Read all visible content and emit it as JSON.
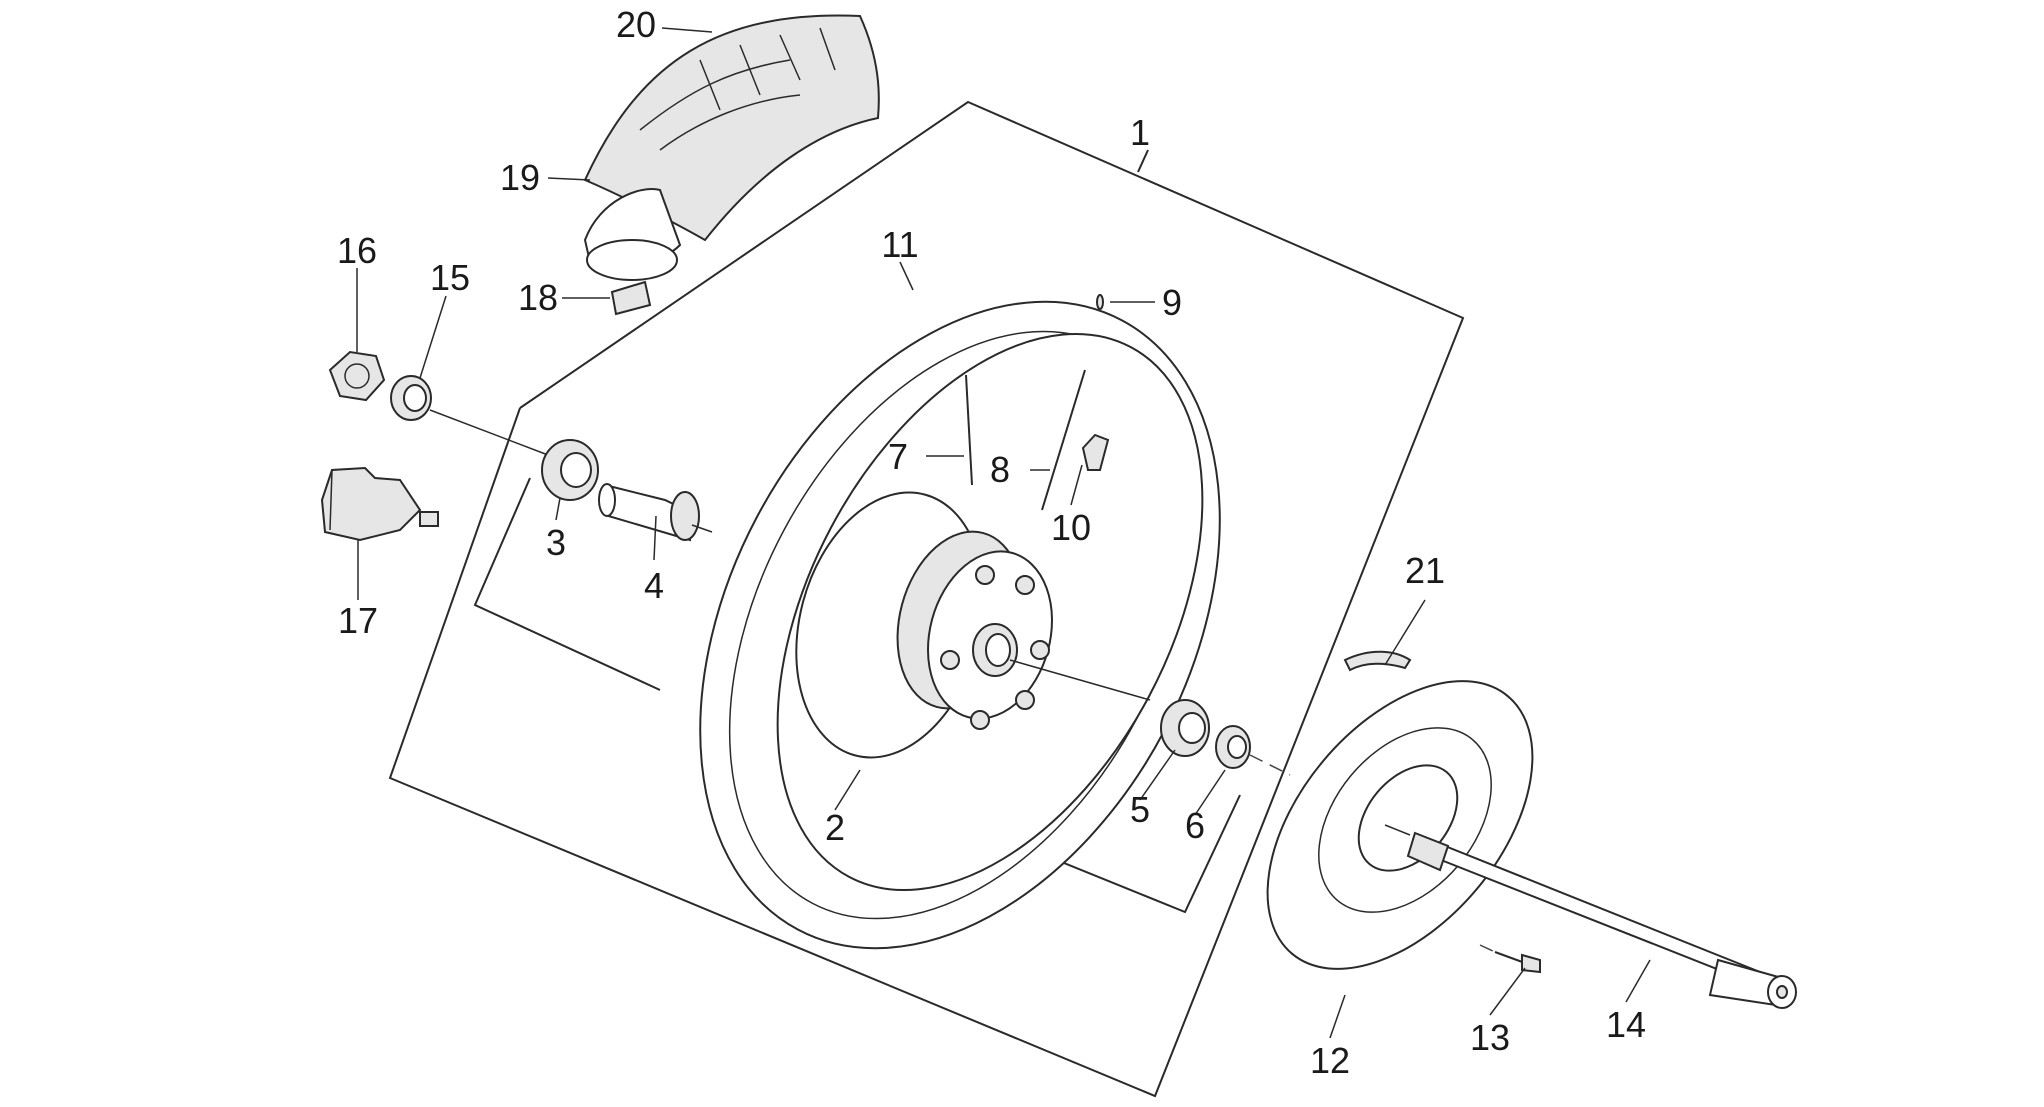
{
  "diagram": {
    "labels": [
      "1",
      "2",
      "3",
      "4",
      "5",
      "6",
      "7",
      "8",
      "9",
      "10",
      "11",
      "12",
      "13",
      "14",
      "15",
      "16",
      "17",
      "18",
      "19",
      "20",
      "21"
    ],
    "parts": [
      {
        "id": "assembly-frame",
        "label": "1"
      },
      {
        "id": "hub",
        "label": "2"
      },
      {
        "id": "bearing-left",
        "label": "3"
      },
      {
        "id": "spacer",
        "label": "4"
      },
      {
        "id": "bearing-right",
        "label": "5"
      },
      {
        "id": "seal-right",
        "label": "6"
      },
      {
        "id": "spoke-a",
        "label": "7"
      },
      {
        "id": "spoke-b",
        "label": "8"
      },
      {
        "id": "valve",
        "label": "9"
      },
      {
        "id": "nipple",
        "label": "10"
      },
      {
        "id": "rim",
        "label": "11"
      },
      {
        "id": "brake-disc",
        "label": "12"
      },
      {
        "id": "disc-screw",
        "label": "13"
      },
      {
        "id": "wheel-axle",
        "label": "14"
      },
      {
        "id": "seal-left",
        "label": "15"
      },
      {
        "id": "axle-nut",
        "label": "16"
      },
      {
        "id": "speedometer-drive",
        "label": "17"
      },
      {
        "id": "rim-band",
        "label": "18"
      },
      {
        "id": "inner-tube",
        "label": "19"
      },
      {
        "id": "tyre",
        "label": "20"
      },
      {
        "id": "spring-plate",
        "label": "21"
      }
    ]
  }
}
